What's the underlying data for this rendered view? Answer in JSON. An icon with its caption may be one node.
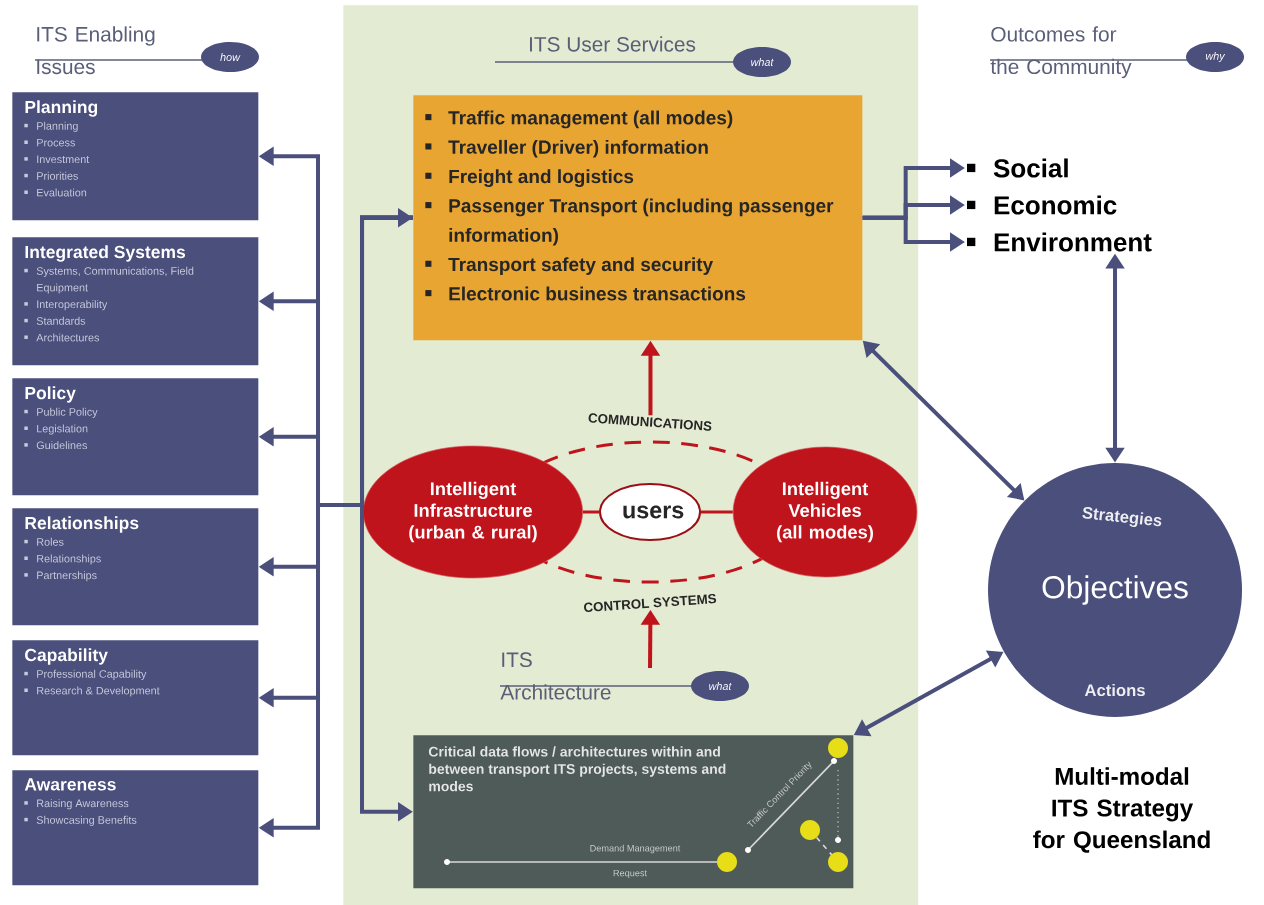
{
  "diagram": {
    "nodes": [
      {
        "text": [
          "Planning",
          "Planning",
          "Process",
          "Investment",
          "Priorities",
          "Evaluation"
        ]
      },
      {
        "text": [
          "Integrated Systems",
          "Systems, Communications, Field Equipment",
          "Interoperability",
          "Standards",
          "Architectures"
        ]
      },
      {
        "text": [
          "Policy",
          "Public Policy",
          "Legislation",
          "Guidelines"
        ]
      },
      {
        "text": [
          "Relationships",
          "Roles",
          "Relationships",
          "Partnerships"
        ]
      },
      {
        "text": [
          "Capability",
          "Professional Capability",
          "Research & Development"
        ]
      },
      {
        "text": [
          "Awareness",
          "Raising Awareness",
          "Showcasing Benefits"
        ]
      },
      {
        "text": [
          "ITS User Services",
          "what"
        ]
      },
      {
        "text": [
          "Traffic management (all modes)",
          "Traveller (Driver) information",
          "Freight and logistics",
          "Passenger Transport (including passenger information)",
          "Transport safety and security",
          "Electronic business transactions"
        ],
        "in": 6
      },
      {
        "text": [
          "COMMUNICATIONS"
        ],
        "in": 6
      },
      {
        "text": [
          "Intelligent Infrastructure (urban & rural)"
        ],
        "in": 6
      },
      {
        "text": [
          "users"
        ],
        "in": 6
      },
      {
        "text": [
          "Intelligent Vehicles (all modes)"
        ],
        "in": 6
      },
      {
        "text": [
          "CONTROL SYSTEMS"
        ],
        "in": 6
      },
      {
        "text": [
          "Critical data flows / architectures within and between transport ITS projects, systems and modes"
        ],
        "in": 6
      },
      {
        "text": [
          "Social"
        ]
      },
      {
        "text": [
          "Economic"
        ]
      },
      {
        "text": [
          "Environment"
        ]
      },
      {
        "text": [
          "Strategies",
          "Objectives",
          "Actions"
        ]
      }
    ],
    "edges": [
      {
        "from": 7,
        "to": 0,
        "arrow": "to"
      },
      {
        "from": 7,
        "to": 1,
        "arrow": "to"
      },
      {
        "from": 7,
        "to": 2,
        "arrow": "to"
      },
      {
        "from": 7,
        "to": 3,
        "arrow": "to"
      },
      {
        "from": 7,
        "to": 4,
        "arrow": "to"
      },
      {
        "from": 7,
        "to": 5,
        "arrow": "to"
      },
      {
        "from": 13,
        "to": 7,
        "arrow": "both"
      },
      {
        "from": 7,
        "to": 14,
        "arrow": "to"
      },
      {
        "from": 7,
        "to": 15,
        "arrow": "to"
      },
      {
        "from": 7,
        "to": 16,
        "arrow": "to"
      },
      {
        "from": 16,
        "to": 17,
        "arrow": "both"
      },
      {
        "from": 7,
        "to": 17,
        "arrow": "both"
      },
      {
        "from": 13,
        "to": 17,
        "arrow": "both"
      },
      {
        "from": 8,
        "to": 7,
        "arrow": "to",
        "color": "#c0141c"
      },
      {
        "from": null,
        "to": 12,
        "arrow": "to",
        "color": "#c0141c"
      },
      {
        "from": 9,
        "to": 10,
        "arrow": "none",
        "color": "#c0141c"
      },
      {
        "from": 10,
        "to": 11,
        "arrow": "none",
        "color": "#c0141c"
      }
    ],
    "labels": [
      "ITS Enabling Issues",
      "how",
      "Outcomes for the Community",
      "why",
      "ITS Architecture",
      "what",
      "Traffic Control Priority",
      "Demand Management",
      "Request",
      "Multi-modal ITS Strategy for Queensland"
    ]
  }
}
